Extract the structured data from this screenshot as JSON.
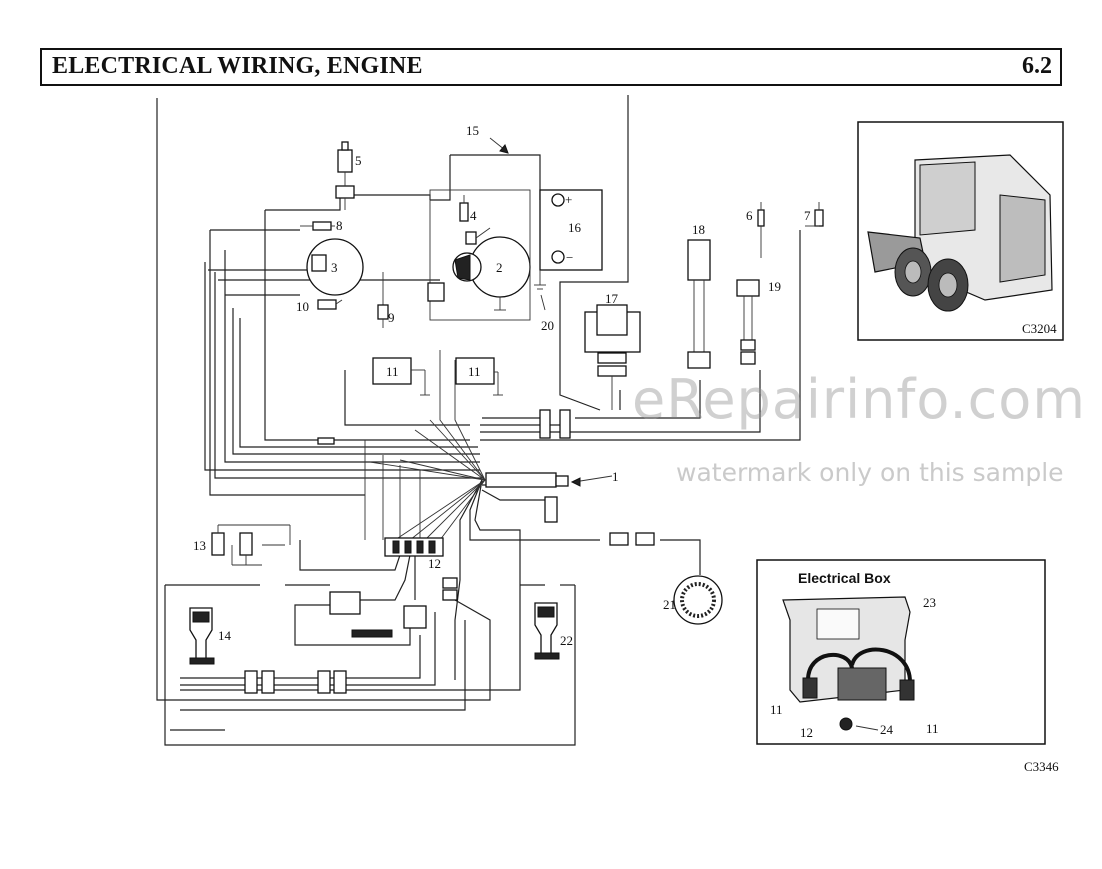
{
  "header": {
    "title": "ELECTRICAL WIRING, ENGINE",
    "section": "6.2"
  },
  "callouts": {
    "c1": "1",
    "c2": "2",
    "c3": "3",
    "c4": "4",
    "c5": "5",
    "c6": "6",
    "c7": "7",
    "c8": "8",
    "c9": "9",
    "c10": "10",
    "c11a": "11",
    "c11b": "11",
    "c12": "12",
    "c13": "13",
    "c14": "14",
    "c15": "15",
    "c16": "16",
    "c17": "17",
    "c18": "18",
    "c19": "19",
    "c20": "20",
    "c21": "21",
    "c22": "22"
  },
  "inset_machine": {
    "code": "C3204"
  },
  "electrical_box": {
    "title": "Electrical Box",
    "callouts": {
      "c23": "23",
      "c11_left": "11",
      "c11_right": "11",
      "c12": "12",
      "c24": "24"
    }
  },
  "figure_code": "C3346",
  "watermark": {
    "line1": "eRepairinfo.com",
    "line2": "watermark only on this sample"
  },
  "battery_terminals": {
    "plus": "+",
    "minus": "−"
  }
}
